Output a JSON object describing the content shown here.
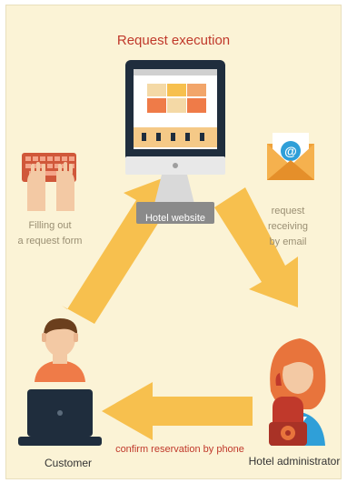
{
  "title": "Request execution",
  "nodes": {
    "website": "Hotel website",
    "customer": "Customer",
    "administrator": "Hotel administrator"
  },
  "edges": {
    "filling_form": [
      "Filling out",
      "a request form"
    ],
    "request_email": [
      "request",
      "receiving",
      "by email"
    ],
    "confirm_phone": "confirm reservation by phone"
  },
  "email_icon_glyph": "@",
  "colors": {
    "background": "#fbf3d6",
    "arrow": "#f7c04e",
    "title": "#c0392b",
    "screen": "#1f2d3d",
    "envelope": "#f0a23a"
  }
}
